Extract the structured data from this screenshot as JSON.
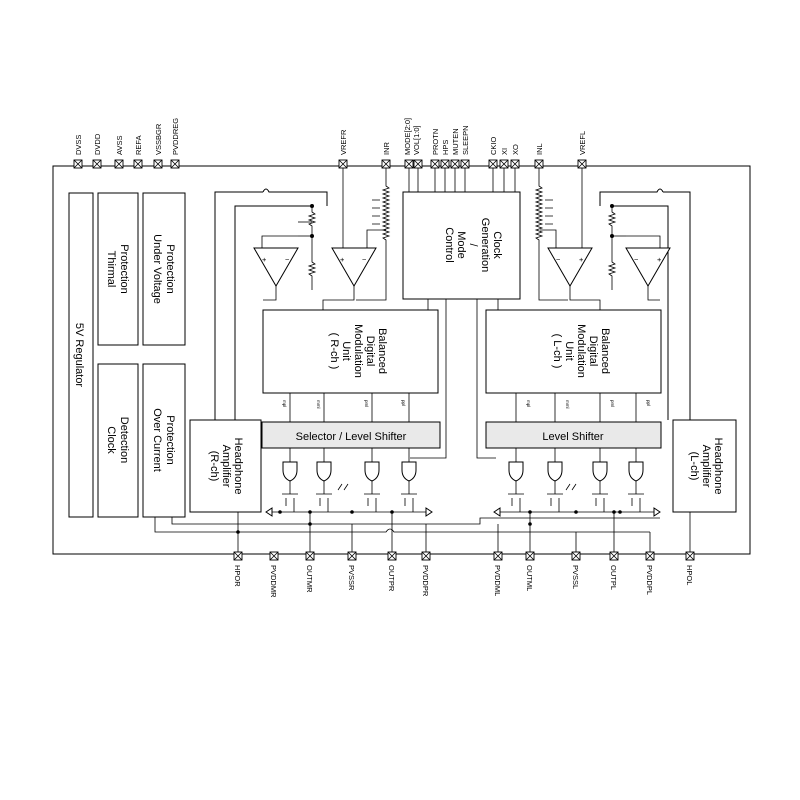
{
  "top_left_pins": [
    "DVSS",
    "DVDD",
    "AVSS",
    "REFA",
    "VSSBGR",
    "PVDDREG"
  ],
  "top_mid_pins": [
    "VREFR",
    "INR",
    "MODE[2:0]",
    "VOL[1:0]",
    "PROTN",
    "HPS",
    "MUTEN",
    "SLEEPN",
    "CKIO",
    "XI",
    "XO",
    "INL",
    "VREFL"
  ],
  "bottom_pins": [
    "HPOR",
    "PVDDMR",
    "OUTMR",
    "PVSSR",
    "OUTPR",
    "PVDDPR",
    "PVDDML",
    "OUTML",
    "PVSSL",
    "OUTPL",
    "PVDDPL",
    "HPOL"
  ],
  "blocks": {
    "regulator": "5V Regulator",
    "thermal": [
      "Thirmal",
      "Protection"
    ],
    "under_voltage": [
      "Under Voltage",
      "Protection"
    ],
    "clock_detection": [
      "Clock",
      "Detection"
    ],
    "over_current": [
      "Over Current",
      "Protection"
    ],
    "clock_generation": [
      "Clock",
      "Generation",
      "/",
      "Mode",
      "Control"
    ],
    "bdm_r": [
      "Balanced",
      "Digital",
      "Modulation",
      "Unit",
      "( R-ch )"
    ],
    "bdm_l": [
      "Balanced",
      "Digital",
      "Modulation",
      "Unit",
      "( L-ch )"
    ],
    "selector_r": "Selector / Level Shifter",
    "selector_l": "Level Shifter",
    "hp_amp_r": [
      "Headphone",
      "Amplifier",
      "(R-ch)"
    ],
    "hp_amp_l": [
      "Headphone",
      "Amplifier",
      "(L-ch)"
    ]
  },
  "bus_labels": [
    "mpl",
    "mml",
    "pml",
    "ppl"
  ]
}
